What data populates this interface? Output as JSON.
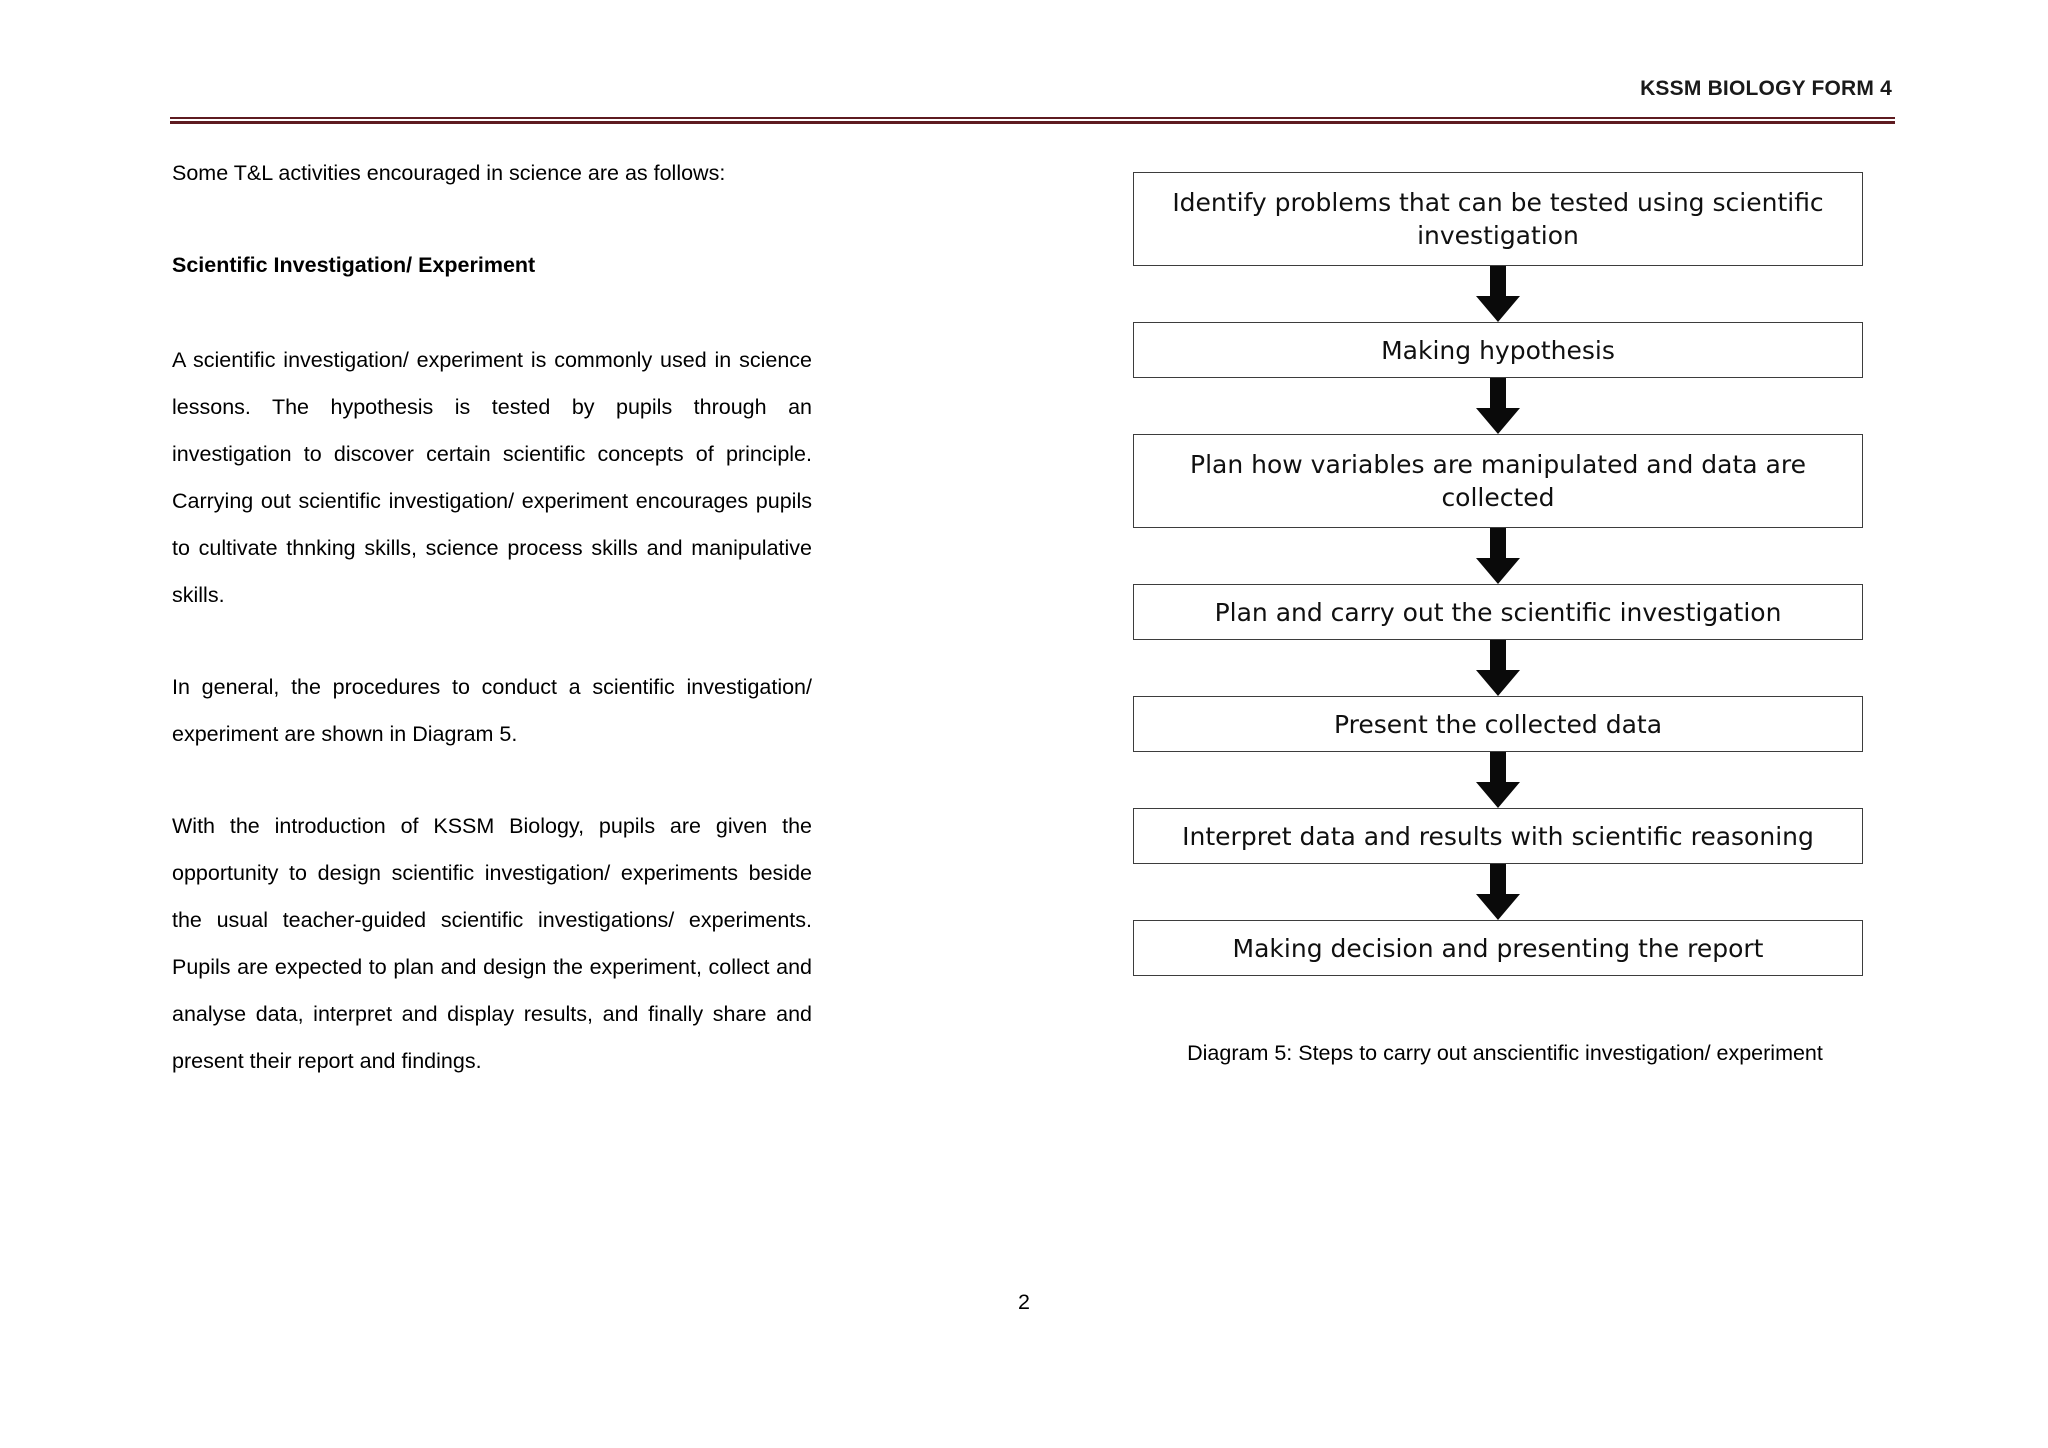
{
  "header": {
    "title": "KSSM BIOLOGY FORM 4",
    "rule_color": "#5e1b20"
  },
  "document": {
    "left_column": {
      "intro": "Some T&L activities encouraged in science are as follows:",
      "heading": "Scientific Investigation/ Experiment",
      "paragraph_1": "A scientific investigation/ experiment is commonly used in science lessons. The hypothesis is tested by pupils through an investigation to discover certain scientific concepts of principle. Carrying out scientific investigation/ experiment encourages pupils to cultivate thnking skills, science process skills and manipulative skills.",
      "paragraph_2": "In general, the procedures to conduct a scientific investigation/ experiment are shown in Diagram 5.",
      "paragraph_3": "With the introduction of KSSM Biology, pupils are given the opportunity to design scientific investigation/ experiments beside the usual teacher-guided scientific investigations/ experiments. Pupils are expected to plan and design the experiment, collect and analyse data, interpret and display results, and finally share and present their report and findings."
    },
    "figure": {
      "caption": "Diagram 5: Steps to carry out anscientific investigation/ experiment",
      "steps": [
        "Identify problems that can be tested using scientific investigation",
        "Making hypothesis",
        "Plan how variables are manipulated and data are collected",
        "Plan and carry out the scientific investigation",
        "Present the collected data",
        "Interpret data and results with scientific reasoning",
        "Making decision and presenting the report"
      ]
    },
    "footer": {
      "page_number": "2"
    }
  }
}
